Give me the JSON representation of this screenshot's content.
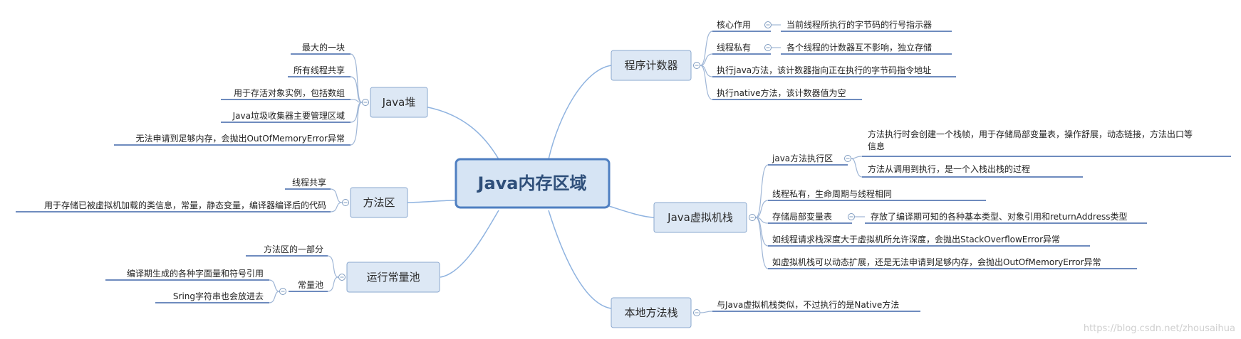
{
  "central": "Java内存区域",
  "java_heap": {
    "label": "Java堆",
    "items": [
      "最大的一块",
      "所有线程共享",
      "用于存活对象实例，包括数组",
      "Java垃圾收集器主要管理区域",
      "无法申请到足够内存，会抛出OutOfMemoryError异常"
    ]
  },
  "method_area": {
    "label": "方法区",
    "items": [
      "线程共享",
      "用于存储已被虚拟机加载的类信息，常量，静态变量，编译器编译后的代码"
    ]
  },
  "runtime_pool": {
    "label": "运行常量池",
    "part": "方法区的一部分",
    "sub_label": "常量池",
    "sub_items": [
      "编译期生成的各种字面量和符号引用",
      "Sring字符串也会放进去"
    ]
  },
  "program_counter": {
    "label": "程序计数器",
    "core_label": "核心作用",
    "core_text": "当前线程所执行的字节码的行号指示器",
    "private_label": "线程私有",
    "private_text": "各个线程的计数器互不影响，独立存储",
    "items": [
      "执行java方法，该计数器指向正在执行的字节码指令地址",
      "执行native方法，该计数器值为空"
    ]
  },
  "vm_stack": {
    "label": "Java虚拟机栈",
    "exec_label": "java方法执行区",
    "exec_line1": "方法执行时会创建一个栈帧，用于存储局部变量表，操作舒展，动态链接，方法出口等",
    "exec_line2": "信息",
    "exec_line3": "方法从调用到执行，是一个入栈出栈的过程",
    "private": "线程私有，生命周期与线程相同",
    "locals_label": "存储局部变量表",
    "locals_text": "存放了编译期可知的各种基本类型、对象引用和returnAddress类型",
    "so_error": "如线程请求栈深度大于虚拟机所允许深度，会抛出StackOverflowError异常",
    "oom_error": "如虚拟机栈可以动态扩展，还是无法申请到足够内存，会抛出OutOfMemoryError异常"
  },
  "native_stack": {
    "label": "本地方法栈",
    "text": "与Java虚拟机栈类似，不过执行的是Native方法"
  },
  "watermark": "https://blog.csdn.net/zhousaihua"
}
